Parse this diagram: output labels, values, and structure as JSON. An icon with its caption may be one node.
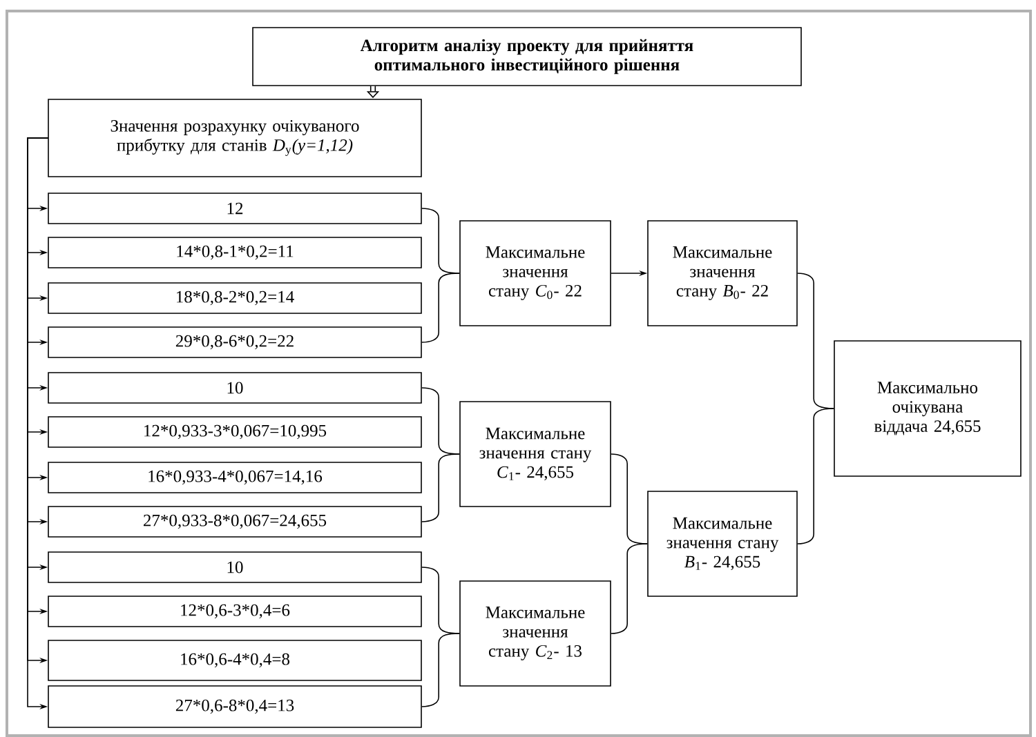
{
  "diagram": {
    "nodes": [
      {
        "text": [
          "**Алгоритм аналізу проекту для прийняття оптимального інвестиційного рішення**"
        ]
      },
      {
        "text": [
          "Значення розрахунку очікуваного прибутку для станів *D*$_{y}$*(y=1,12)*"
        ]
      },
      {
        "text": [
          "12"
        ]
      },
      {
        "text": [
          "14*0,8-1*0,2=11"
        ]
      },
      {
        "text": [
          "18*0,8-2*0,2=14"
        ]
      },
      {
        "text": [
          "29*0,8-6*0,2=22"
        ]
      },
      {
        "text": [
          "10"
        ]
      },
      {
        "text": [
          "12*0,933-3*0,067=10,995"
        ]
      },
      {
        "text": [
          "16*0,933-4*0,067=14,16"
        ]
      },
      {
        "text": [
          "27*0,933-8*0,067=24,655"
        ]
      },
      {
        "text": [
          "10"
        ]
      },
      {
        "text": [
          "12*0,6-3*0,4=6"
        ]
      },
      {
        "text": [
          "16*0,6-4*0,4=8"
        ]
      },
      {
        "text": [
          "27*0,6-8*0,4=13"
        ]
      },
      {
        "text": [
          "Максимальне значення стану *C*$_{0}$- 22"
        ]
      },
      {
        "text": [
          "Максимальне значення стану *B*$_{0}$- 22"
        ]
      },
      {
        "text": [
          "Максимальне значення стану *C*$_{1}$- 24,655"
        ]
      },
      {
        "text": [
          "Максимальне значення стану *B*$_{1}$- 24,655"
        ]
      },
      {
        "text": [
          "Максимальне значення стану *C*$_{2}$- 13"
        ]
      },
      {
        "text": [
          "Максимально очікувана віддача 24,655"
        ]
      }
    ],
    "edges": [
      {
        "from": 0,
        "to": 1,
        "arrow": "to",
        "style": "thick"
      },
      {
        "from": 1,
        "to": 2,
        "arrow": "to"
      },
      {
        "from": 1,
        "to": 3,
        "arrow": "to"
      },
      {
        "from": 1,
        "to": 4,
        "arrow": "to"
      },
      {
        "from": 1,
        "to": 5,
        "arrow": "to"
      },
      {
        "from": 1,
        "to": 6,
        "arrow": "to"
      },
      {
        "from": 1,
        "to": 7,
        "arrow": "to"
      },
      {
        "from": 1,
        "to": 8,
        "arrow": "to"
      },
      {
        "from": 1,
        "to": 9,
        "arrow": "to"
      },
      {
        "from": 1,
        "to": 10,
        "arrow": "to"
      },
      {
        "from": 1,
        "to": 11,
        "arrow": "to"
      },
      {
        "from": 1,
        "to": 12,
        "arrow": "to"
      },
      {
        "from": 1,
        "to": 13,
        "arrow": "to"
      },
      {
        "from": 2,
        "to": 14,
        "arrow": "none"
      },
      {
        "from": 5,
        "to": 14,
        "arrow": "none"
      },
      {
        "from": 6,
        "to": 16,
        "arrow": "none"
      },
      {
        "from": 9,
        "to": 16,
        "arrow": "none"
      },
      {
        "from": 10,
        "to": 18,
        "arrow": "none"
      },
      {
        "from": 13,
        "to": 18,
        "arrow": "none"
      },
      {
        "from": 14,
        "to": 15,
        "arrow": "to"
      },
      {
        "from": 16,
        "to": 17,
        "arrow": "none"
      },
      {
        "from": 18,
        "to": 17,
        "arrow": "none"
      },
      {
        "from": 15,
        "to": 19,
        "arrow": "none"
      },
      {
        "from": 17,
        "to": 19,
        "arrow": "none"
      }
    ]
  }
}
